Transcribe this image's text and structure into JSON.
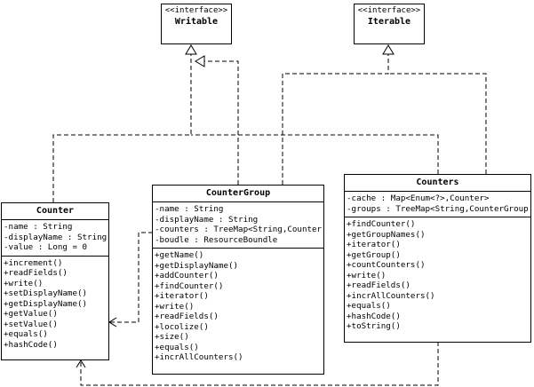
{
  "interfaces": {
    "writable": {
      "stereotype": "<<interface>>",
      "name": "Writable"
    },
    "iterable": {
      "stereotype": "<<interface>>",
      "name": "Iterable"
    }
  },
  "classes": {
    "counter": {
      "name": "Counter",
      "attributes": [
        "-name : String",
        "-displayName : String",
        "-value : Long = 0"
      ],
      "methods": [
        "+increment()",
        "+readFields()",
        "+write()",
        "+setDisplayName()",
        "+getDisplayName()",
        "+getValue()",
        "+setValue()",
        "+equals()",
        "+hashCode()"
      ]
    },
    "counter_group": {
      "name": "CounterGroup",
      "attributes": [
        "-name : String",
        "-displayName : String",
        "-counters : TreeMap<String,Counter>",
        "-boudle : ResourceBoundle"
      ],
      "methods": [
        "+getName()",
        "+getDisplayName()",
        "+addCounter()",
        "+findCounter()",
        "+iterator()",
        "+write()",
        "+readFields()",
        "+locolize()",
        "+size()",
        "+equals()",
        "+incrAllCounters()"
      ]
    },
    "counters": {
      "name": "Counters",
      "attributes": [
        "-cache : Map<Enum<?>,Counter>",
        "-groups : TreeMap<String,CounterGroup>"
      ],
      "methods": [
        "+findCounter()",
        "+getGroupNames()",
        "+iterator()",
        "+getGroup()",
        "+countCounters()",
        "+write()",
        "+readFields()",
        "+incrAllCounters()",
        "+equals()",
        "+hashCode()",
        "+toString()"
      ]
    }
  }
}
